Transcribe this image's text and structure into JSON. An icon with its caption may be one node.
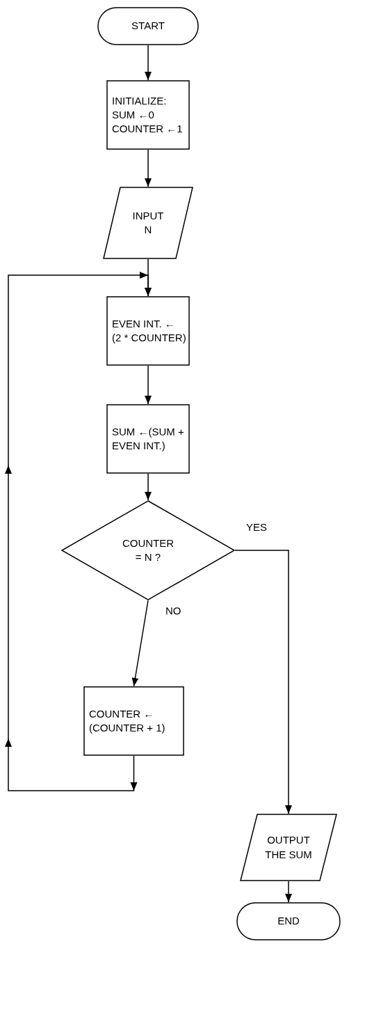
{
  "diagram": {
    "nodes": [
      {
        "text": [
          "START"
        ]
      },
      {
        "text": [
          "INITIALIZE:",
          "SUM ←0",
          "COUNTER ←1"
        ]
      },
      {
        "text": [
          "INPUT",
          "N"
        ]
      },
      {
        "text": [
          "EVEN INT. ←",
          "(2 * COUNTER)"
        ]
      },
      {
        "text": [
          "SUM ←(SUM +",
          "EVEN INT.)"
        ]
      },
      {
        "text": [
          "COUNTER",
          "= N ?"
        ]
      },
      {
        "text": [
          "COUNTER ←",
          "(COUNTER + 1)"
        ]
      },
      {
        "text": [
          "OUTPUT",
          "THE SUM"
        ]
      },
      {
        "text": [
          "END"
        ]
      }
    ],
    "edges": [
      {
        "from": 0,
        "to": 1,
        "arrow": "to"
      },
      {
        "from": 1,
        "to": 2,
        "arrow": "to"
      },
      {
        "from": 2,
        "to": 3,
        "arrow": "to"
      },
      {
        "from": 3,
        "to": 4,
        "arrow": "to"
      },
      {
        "from": 4,
        "to": 5,
        "arrow": "to"
      },
      {
        "from": 5,
        "to": 6,
        "arrow": "to",
        "label": "NO"
      },
      {
        "from": 6,
        "to": 3,
        "arrow": "to"
      },
      {
        "from": 5,
        "to": 7,
        "arrow": "to",
        "label": "YES"
      },
      {
        "from": 7,
        "to": 8,
        "arrow": "to"
      }
    ]
  }
}
